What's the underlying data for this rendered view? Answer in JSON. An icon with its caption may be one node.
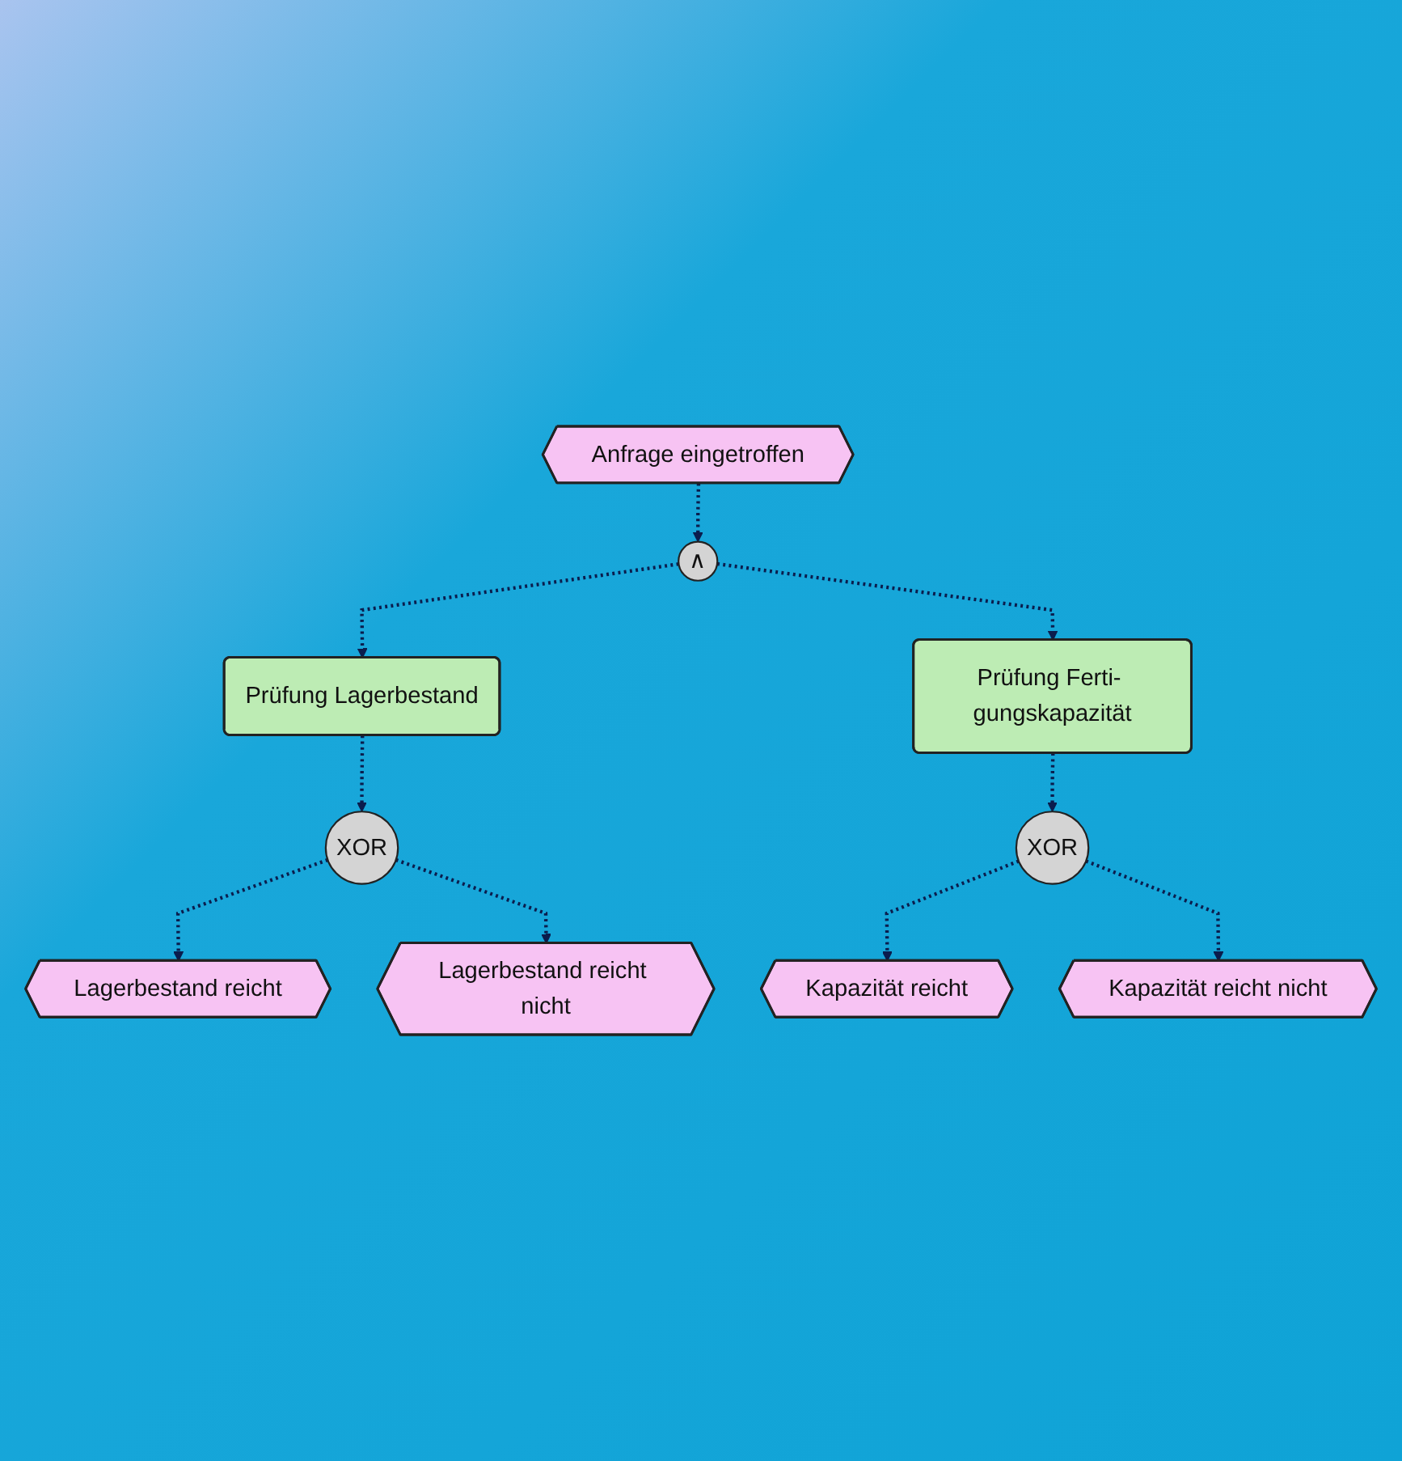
{
  "diagram": {
    "nodes": [
      {
        "text": [
          "Anfrage eingetroffen"
        ]
      },
      {
        "text": [
          "∧"
        ]
      },
      {
        "text": [
          "Prüfung Lagerbestand"
        ]
      },
      {
        "text": [
          "Prüfung Ferti- gungskapazität"
        ]
      },
      {
        "text": [
          "XOR"
        ]
      },
      {
        "text": [
          "XOR"
        ]
      },
      {
        "text": [
          "Lagerbestand reicht"
        ]
      },
      {
        "text": [
          "Lagerbestand reicht nicht"
        ]
      },
      {
        "text": [
          "Kapazität reicht"
        ]
      },
      {
        "text": [
          "Kapazität reicht nicht"
        ]
      }
    ],
    "edges": [
      {
        "from": 0,
        "to": 1,
        "arrow": "to",
        "style": "dashed"
      },
      {
        "from": 1,
        "to": 2,
        "arrow": "to",
        "style": "dashed"
      },
      {
        "from": 1,
        "to": 3,
        "arrow": "to",
        "style": "dashed"
      },
      {
        "from": 2,
        "to": 4,
        "arrow": "to",
        "style": "dashed"
      },
      {
        "from": 3,
        "to": 5,
        "arrow": "to",
        "style": "dashed"
      },
      {
        "from": 4,
        "to": 6,
        "arrow": "to",
        "style": "dashed"
      },
      {
        "from": 4,
        "to": 7,
        "arrow": "to",
        "style": "dashed"
      },
      {
        "from": 5,
        "to": 8,
        "arrow": "to",
        "style": "dashed"
      },
      {
        "from": 5,
        "to": 9,
        "arrow": "to",
        "style": "dashed"
      }
    ]
  }
}
